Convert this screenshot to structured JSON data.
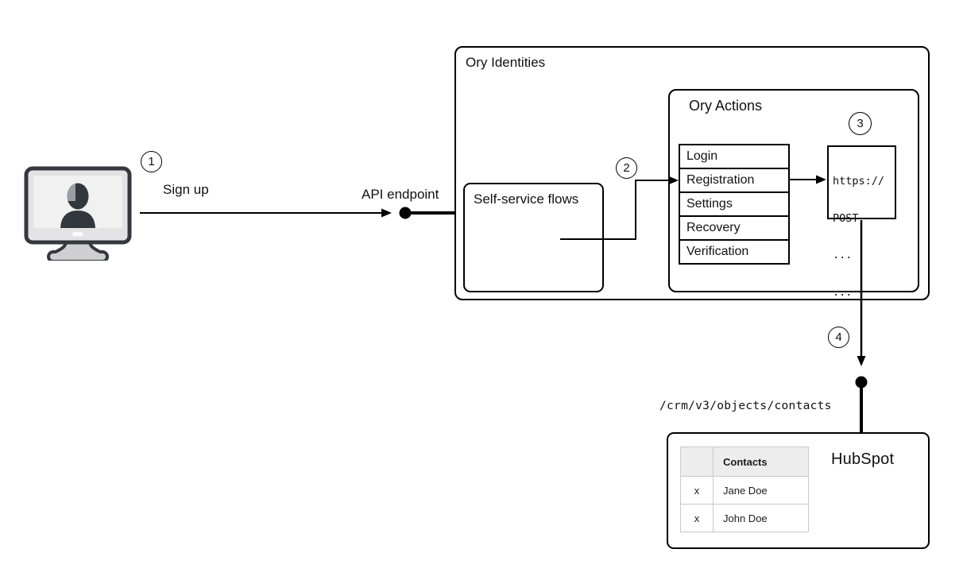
{
  "steps": {
    "s1": "1",
    "s2": "2",
    "s3": "3",
    "s4": "4"
  },
  "labels": {
    "sign_up": "Sign up",
    "api_endpoint": "API endpoint",
    "crm_path": "/crm/v3/objects/contacts"
  },
  "ory_identities": {
    "title": "Ory Identities"
  },
  "self_service_flows": {
    "title": "Self-service flows"
  },
  "ory_actions": {
    "title": "Ory Actions",
    "flows": [
      "Login",
      "Registration",
      "Settings",
      "Recovery",
      "Verification"
    ]
  },
  "webhook_snippet": {
    "lines": [
      "https://",
      "POST",
      "...",
      "..."
    ]
  },
  "hubspot": {
    "title": "HubSpot",
    "table": {
      "corner_header": "",
      "name_header": "Contacts",
      "rows": [
        {
          "mark": "x",
          "name": "Jane Doe"
        },
        {
          "mark": "x",
          "name": "John Doe"
        }
      ]
    }
  },
  "icons": {
    "user_computer": "monitor with person silhouette",
    "endpoint_nodes": "filled black circle"
  },
  "colors": {
    "line": "#000000",
    "box_border": "#000000",
    "text": "#111111",
    "table_border": "#c9c9c9",
    "table_header_bg": "#ededed",
    "monitor_frame": "#35393f",
    "monitor_body": "#e3e3e5",
    "monitor_screen": "#f1f1f1",
    "monitor_silhouette": "#33373e",
    "monitor_highlight": "#9b9ea4",
    "monitor_stand": "#cfcfd1"
  }
}
